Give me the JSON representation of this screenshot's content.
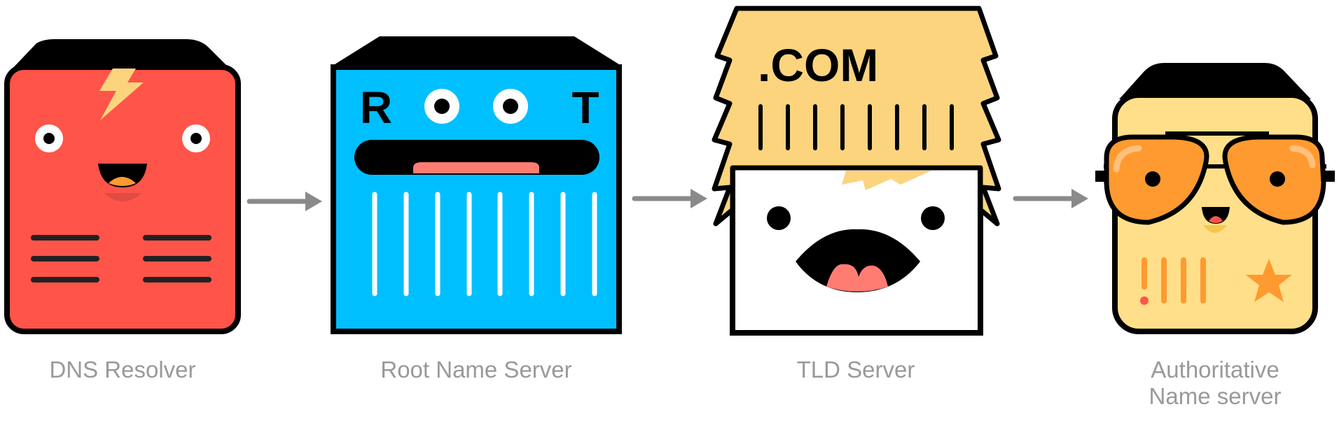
{
  "servers": [
    {
      "label_lines": [
        "DNS Resolver"
      ]
    },
    {
      "label_lines": [
        "Root Name Server"
      ],
      "letters": [
        "R",
        "T"
      ]
    },
    {
      "label_lines": [
        "TLD Server"
      ],
      "domain_text": ".COM"
    },
    {
      "label_lines": [
        "Authoritative",
        "Name server"
      ]
    }
  ],
  "colors": {
    "resolver": "#ff5449",
    "root": "#00bfff",
    "tld_hair": "#fcd47e",
    "authoritative": "#ffdf89",
    "sunglasses": "#ff9a30",
    "arrow": "#8a8a8a",
    "label": "#999999"
  },
  "icons": [
    "lightning-bolt-icon",
    "star-icon",
    "sunglasses-icon",
    "arrow-right-icon"
  ]
}
